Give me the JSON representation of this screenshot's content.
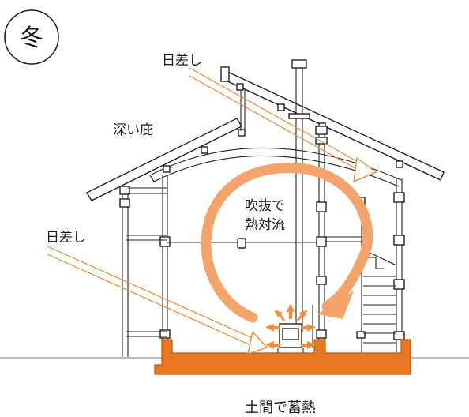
{
  "season_label": "冬",
  "labels": {
    "sun_top": "日差し",
    "deep_eaves": "深い庇",
    "sun_left": "日差し",
    "convection_line1": "吹抜で",
    "convection_line2": "熱対流",
    "thermal_mass": "土間で蓄熱"
  },
  "colors": {
    "accent_orange": "#ef8a3a",
    "slab_orange": "#e87722",
    "heat_arrow": "#f28d3c",
    "convection_fill": "#f4a46a",
    "line": "#222222"
  }
}
